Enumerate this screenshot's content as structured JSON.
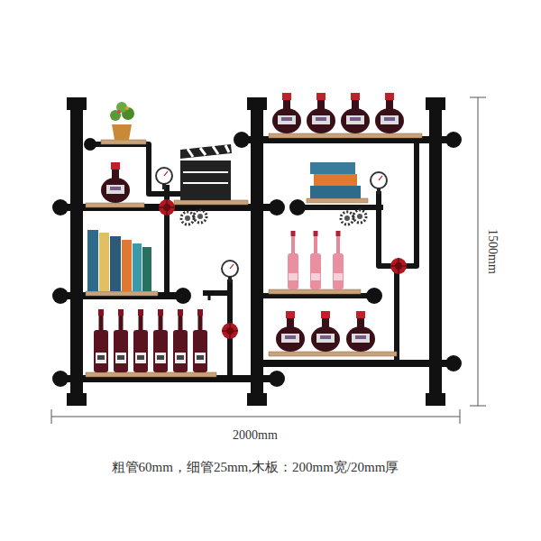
{
  "diagram": {
    "labels": [
      "2000mm",
      "1500mm",
      "粗管60mm，细管25mm,木板：200mm宽/20mm厚"
    ]
  }
}
